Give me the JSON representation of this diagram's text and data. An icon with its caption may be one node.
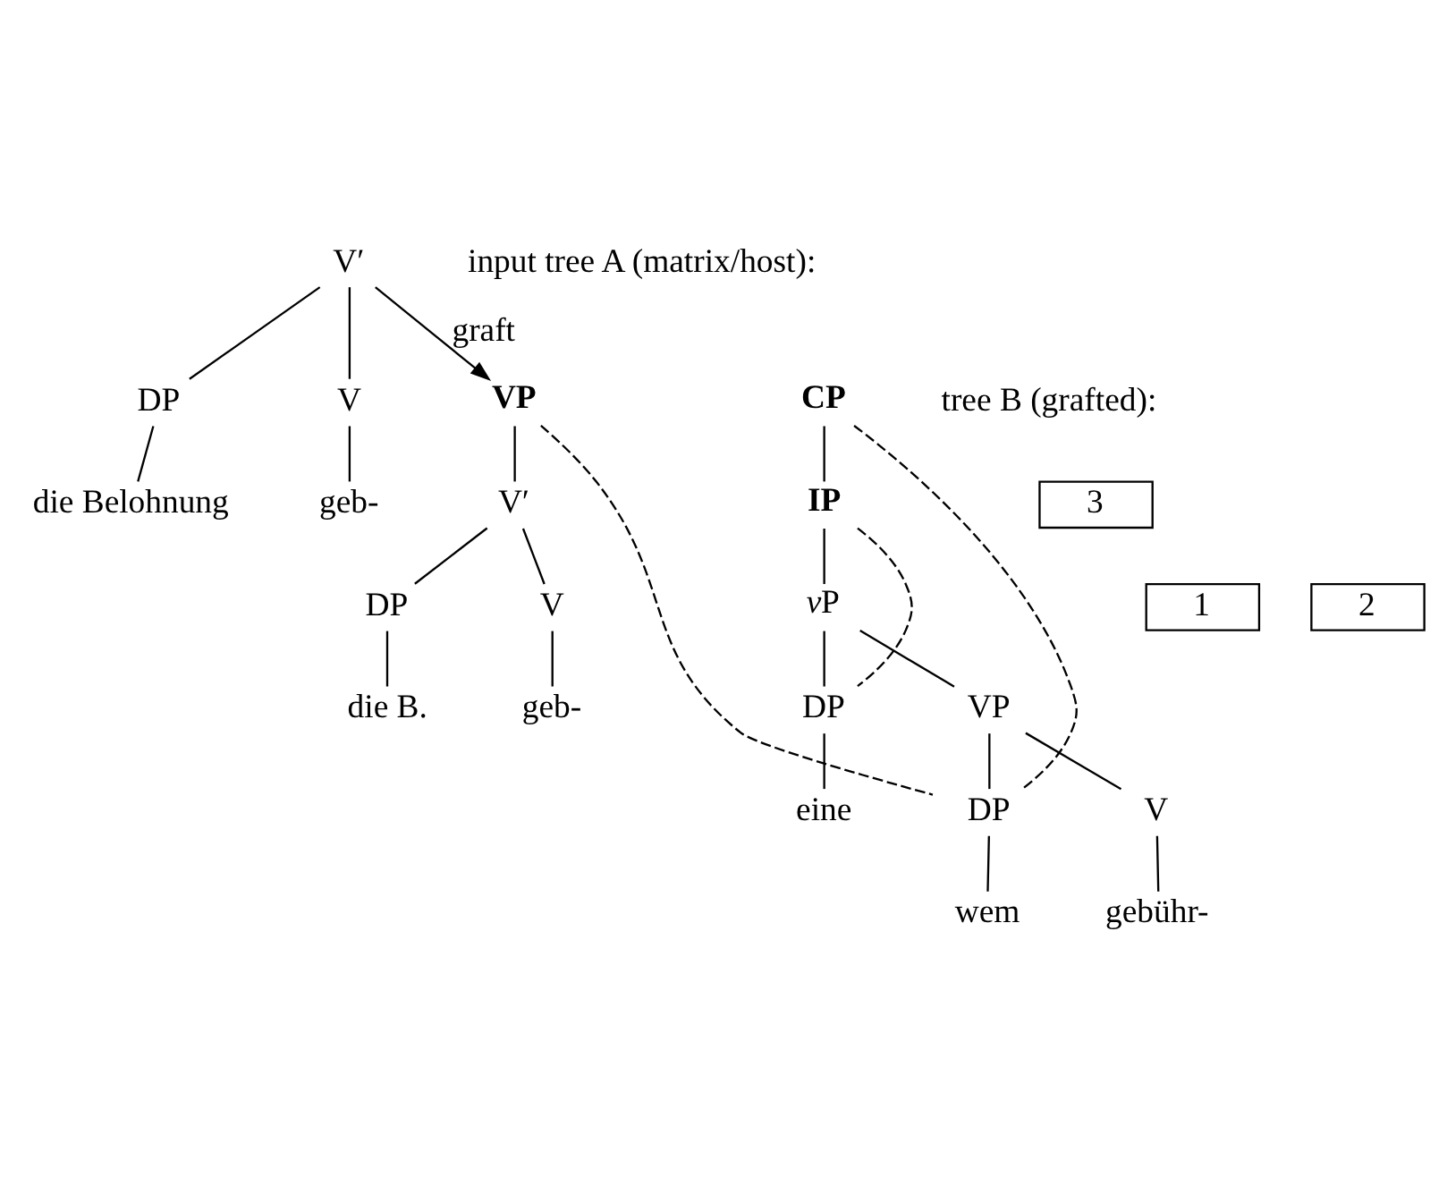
{
  "diagram": {
    "nodes": [
      {
        "text": [
          "V′"
        ]
      },
      {
        "text": [
          "DP"
        ]
      },
      {
        "text": [
          "V"
        ]
      },
      {
        "text": [
          "die Belohnung"
        ]
      },
      {
        "text": [
          "geb-"
        ]
      },
      {
        "text": [
          "VP"
        ]
      },
      {
        "text": [
          "V′"
        ]
      },
      {
        "text": [
          "DP"
        ]
      },
      {
        "text": [
          "V"
        ]
      },
      {
        "text": [
          "die B."
        ]
      },
      {
        "text": [
          "geb-"
        ]
      },
      {
        "text": [
          "CP"
        ]
      },
      {
        "text": [
          "IP"
        ]
      },
      {
        "text": [
          "vP"
        ]
      },
      {
        "text": [
          "DP"
        ]
      },
      {
        "text": [
          "VP"
        ]
      },
      {
        "text": [
          "eine"
        ]
      },
      {
        "text": [
          "DP"
        ]
      },
      {
        "text": [
          "V"
        ]
      },
      {
        "text": [
          "wem"
        ]
      },
      {
        "text": [
          "gebühr-"
        ]
      },
      {
        "text": [
          "1"
        ]
      },
      {
        "text": [
          "2"
        ]
      },
      {
        "text": [
          "3"
        ]
      }
    ],
    "edges": [
      {
        "from": 0,
        "to": 1,
        "arrow": "none"
      },
      {
        "from": 0,
        "to": 2,
        "arrow": "none"
      },
      {
        "from": 1,
        "to": 3,
        "arrow": "none"
      },
      {
        "from": 2,
        "to": 4,
        "arrow": "none"
      },
      {
        "from": 0,
        "to": 5,
        "arrow": "to",
        "label": "graft"
      },
      {
        "from": 5,
        "to": 6,
        "arrow": "none"
      },
      {
        "from": 6,
        "to": 7,
        "arrow": "none"
      },
      {
        "from": 6,
        "to": 8,
        "arrow": "none"
      },
      {
        "from": 7,
        "to": 9,
        "arrow": "none"
      },
      {
        "from": 8,
        "to": 10,
        "arrow": "none"
      },
      {
        "from": 11,
        "to": 12,
        "arrow": "none"
      },
      {
        "from": 12,
        "to": 13,
        "arrow": "none"
      },
      {
        "from": 13,
        "to": 14,
        "arrow": "none"
      },
      {
        "from": 13,
        "to": 15,
        "arrow": "none"
      },
      {
        "from": 14,
        "to": 16,
        "arrow": "none"
      },
      {
        "from": 15,
        "to": 17,
        "arrow": "none"
      },
      {
        "from": 15,
        "to": 18,
        "arrow": "none"
      },
      {
        "from": 17,
        "to": 19,
        "arrow": "none"
      },
      {
        "from": 18,
        "to": 20,
        "arrow": "none"
      },
      {
        "from": 12,
        "to": 14,
        "arrow": "none",
        "style": "dashed"
      },
      {
        "from": 11,
        "to": 17,
        "arrow": "none",
        "style": "dashed"
      },
      {
        "from": 5,
        "to": 17,
        "arrow": "none",
        "style": "dashed"
      }
    ],
    "labels": [
      "input tree A (matrix/host):",
      "tree B (grafted):"
    ]
  }
}
